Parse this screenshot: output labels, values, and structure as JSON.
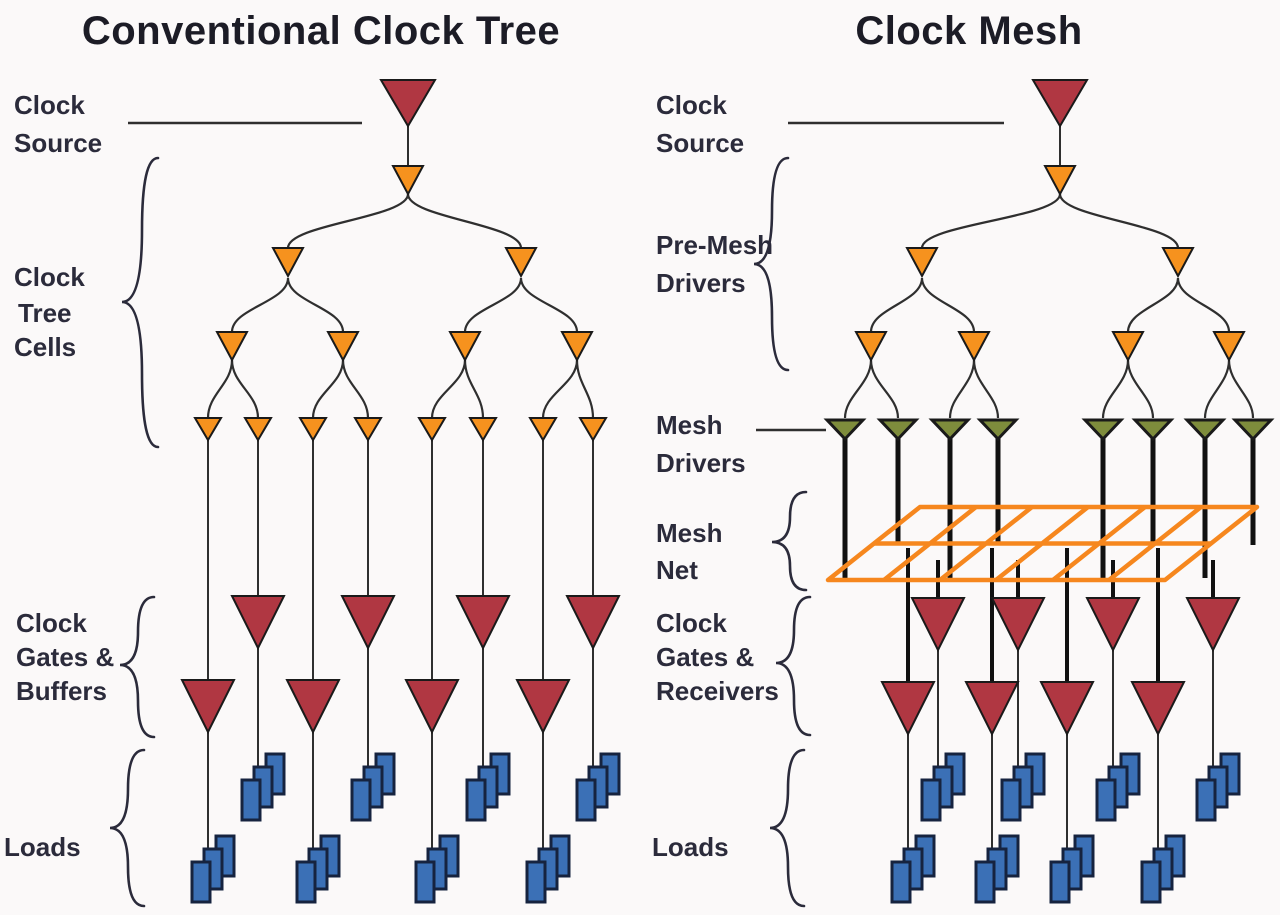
{
  "left": {
    "title": "Conventional Clock Tree",
    "clock_source": [
      "Clock",
      "Source"
    ],
    "tree_cells": [
      "Clock",
      "Tree",
      "Cells"
    ],
    "gates_buffers": [
      "Clock",
      "Gates &",
      "Buffers"
    ],
    "loads": [
      "Loads"
    ]
  },
  "right": {
    "title": "Clock Mesh",
    "clock_source": [
      "Clock",
      "Source"
    ],
    "pre_mesh_drivers": [
      "Pre-Mesh",
      "Drivers"
    ],
    "mesh_drivers": [
      "Mesh",
      "Drivers"
    ],
    "mesh_net": [
      "Mesh",
      "Net"
    ],
    "gates_receivers": [
      "Clock",
      "Gates &",
      "Receivers"
    ],
    "loads": [
      "Loads"
    ]
  },
  "colors": {
    "background": "#fbf9f9",
    "title_text": "#1c1c26",
    "label_text": "#2b2b3b",
    "buffer_red": "#b03742",
    "buffer_orange": "#f6921e",
    "mesh_driver_olive": "#7e8c3c",
    "mesh_net_orange": "#f6871e",
    "load_fill": "#3b70b6",
    "load_stroke": "#16233f",
    "wire": "#2f2f2f",
    "thick_wire": "#111111",
    "symbol_outline": "#1a1a1a"
  }
}
